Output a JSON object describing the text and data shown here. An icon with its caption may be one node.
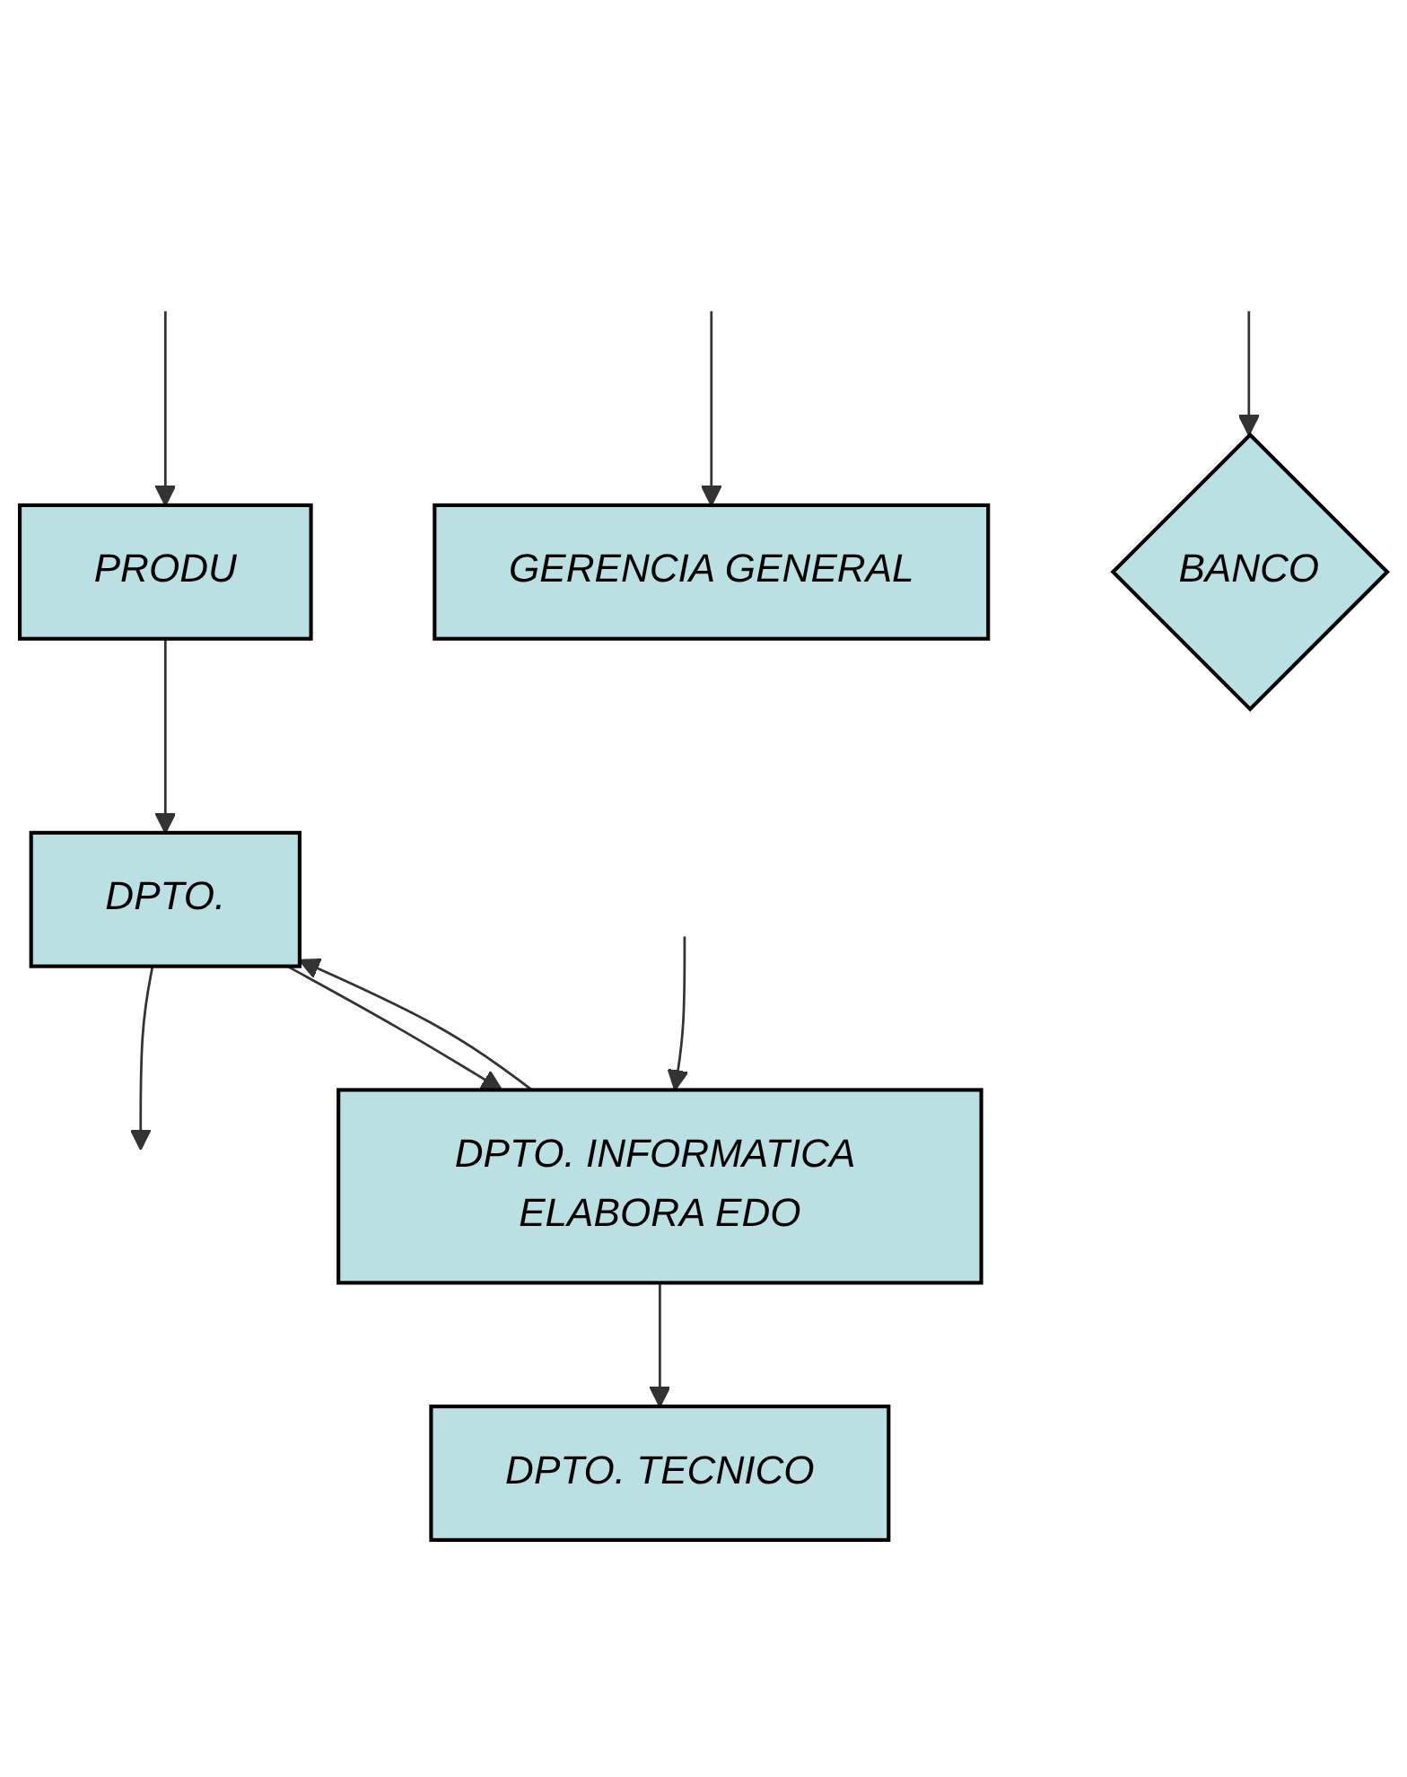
{
  "diagram": {
    "nodes": [
      {
        "text": [
          "PRODU"
        ]
      },
      {
        "text": [
          "DPTO."
        ]
      },
      {
        "text": [
          "DPTO. INFORMATICA ELABORA EDO"
        ]
      },
      {
        "text": [
          "GERENCIA GENERAL"
        ]
      },
      {
        "text": [
          "BANCO"
        ]
      },
      {
        "text": [
          "DPTO. TECNICO"
        ]
      }
    ],
    "edges": [
      {
        "from": null,
        "to": 0,
        "arrow": "to"
      },
      {
        "from": 0,
        "to": 1,
        "arrow": "to"
      },
      {
        "from": 1,
        "to": null,
        "arrow": "to"
      },
      {
        "from": 1,
        "to": 2,
        "arrow": "to"
      },
      {
        "from": 2,
        "to": 1,
        "arrow": "to"
      },
      {
        "from": null,
        "to": 2,
        "arrow": "to"
      },
      {
        "from": null,
        "to": 3,
        "arrow": "to"
      },
      {
        "from": null,
        "to": 4,
        "arrow": "to"
      },
      {
        "from": 2,
        "to": 5,
        "arrow": "to"
      }
    ]
  }
}
